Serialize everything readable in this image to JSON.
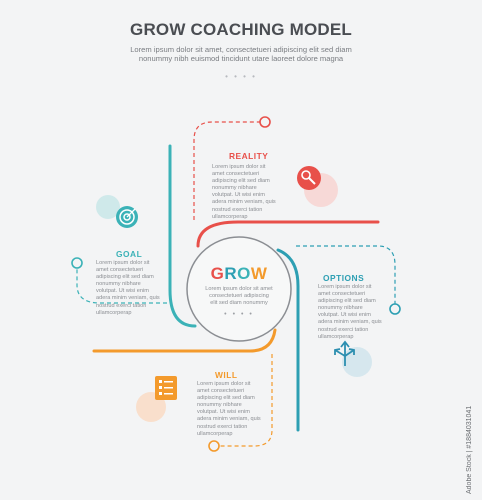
{
  "header": {
    "title": "GROW COACHING MODEL",
    "subtitle": "Lorem ipsum dolor sit amet, consectetueri adipiscing elit sed diam nonummy nibh euismod tincidunt utare laoreet dolore magna",
    "dots": "• • • •"
  },
  "center": {
    "word": [
      "G",
      "R",
      "O",
      "W"
    ],
    "text": "Lorem ipsum dolor sit amet consectetueri adipiscing elit sed diam nonummy",
    "dots": "• • • •"
  },
  "sections": {
    "reality": {
      "title": "REALITY",
      "text": "Lorem ipsum dolor sit amet consectetueri adipiscing elit sed diam nonummy nibhare volutpat. Ut wisi enim adera minim veniam, quis nostrud exerci tation ullamcorperap"
    },
    "goal": {
      "title": "GOAL",
      "text": "Lorem ipsum dolor sit amet consectetueri adipiscing elit sed diam nonummy nibhare volutpat. Ut wisi enim adera minim veniam, quis nostrud exerci tation ullamcorperap"
    },
    "options": {
      "title": "OPTIONS",
      "text": "Lorem ipsum dolor sit amet consectetueri adipiscing elit sed diam nonummy nibhare volutpat. Ut wisi enim adera minim veniam, quis nostrud exerci tation ullamcorperap"
    },
    "will": {
      "title": "WILL",
      "text": "Lorem ipsum dolor sit amet consectetueri adipiscing elit sed diam nonummy nibhare volutpat. Ut wisi enim adera minim veniam, quis nostrud exerci tation ullamcorperap"
    }
  },
  "icons": {
    "goal": "target-icon",
    "reality": "magnifier-icon",
    "options": "direction-arrows-icon",
    "will": "checklist-icon"
  },
  "colors": {
    "reality": "#e8504a",
    "goal": "#3bb2b7",
    "options": "#2d9fb3",
    "will": "#f39a2c",
    "background": "#f3f4f5",
    "text": "#4a4d52"
  },
  "watermark": "Adobe Stock | #1884031041"
}
